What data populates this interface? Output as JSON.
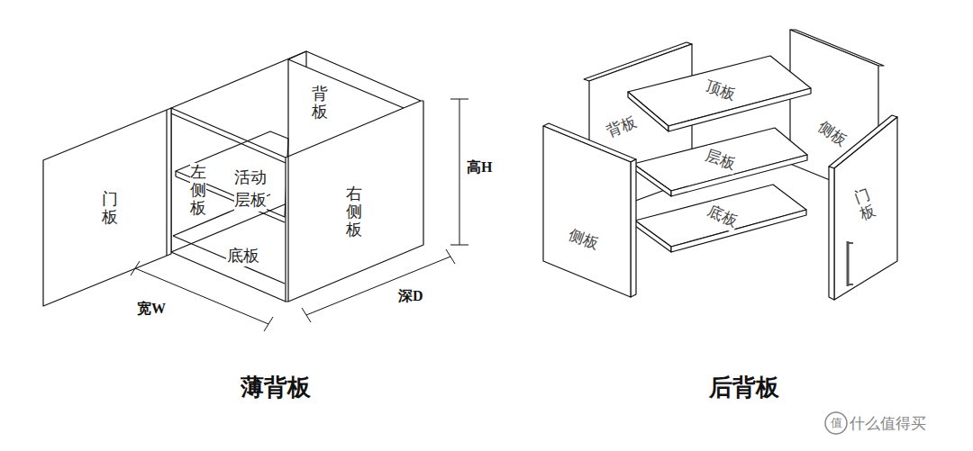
{
  "diagram": {
    "labels": [
      "门板",
      "左侧板",
      "活动层板",
      "背板",
      "右侧板",
      "底板",
      "高H",
      "宽W",
      "深D",
      "薄背板",
      "背板",
      "顶板",
      "侧板",
      "层板",
      "底板",
      "侧板",
      "门板",
      "后背板",
      "值",
      "什么值得买"
    ]
  }
}
